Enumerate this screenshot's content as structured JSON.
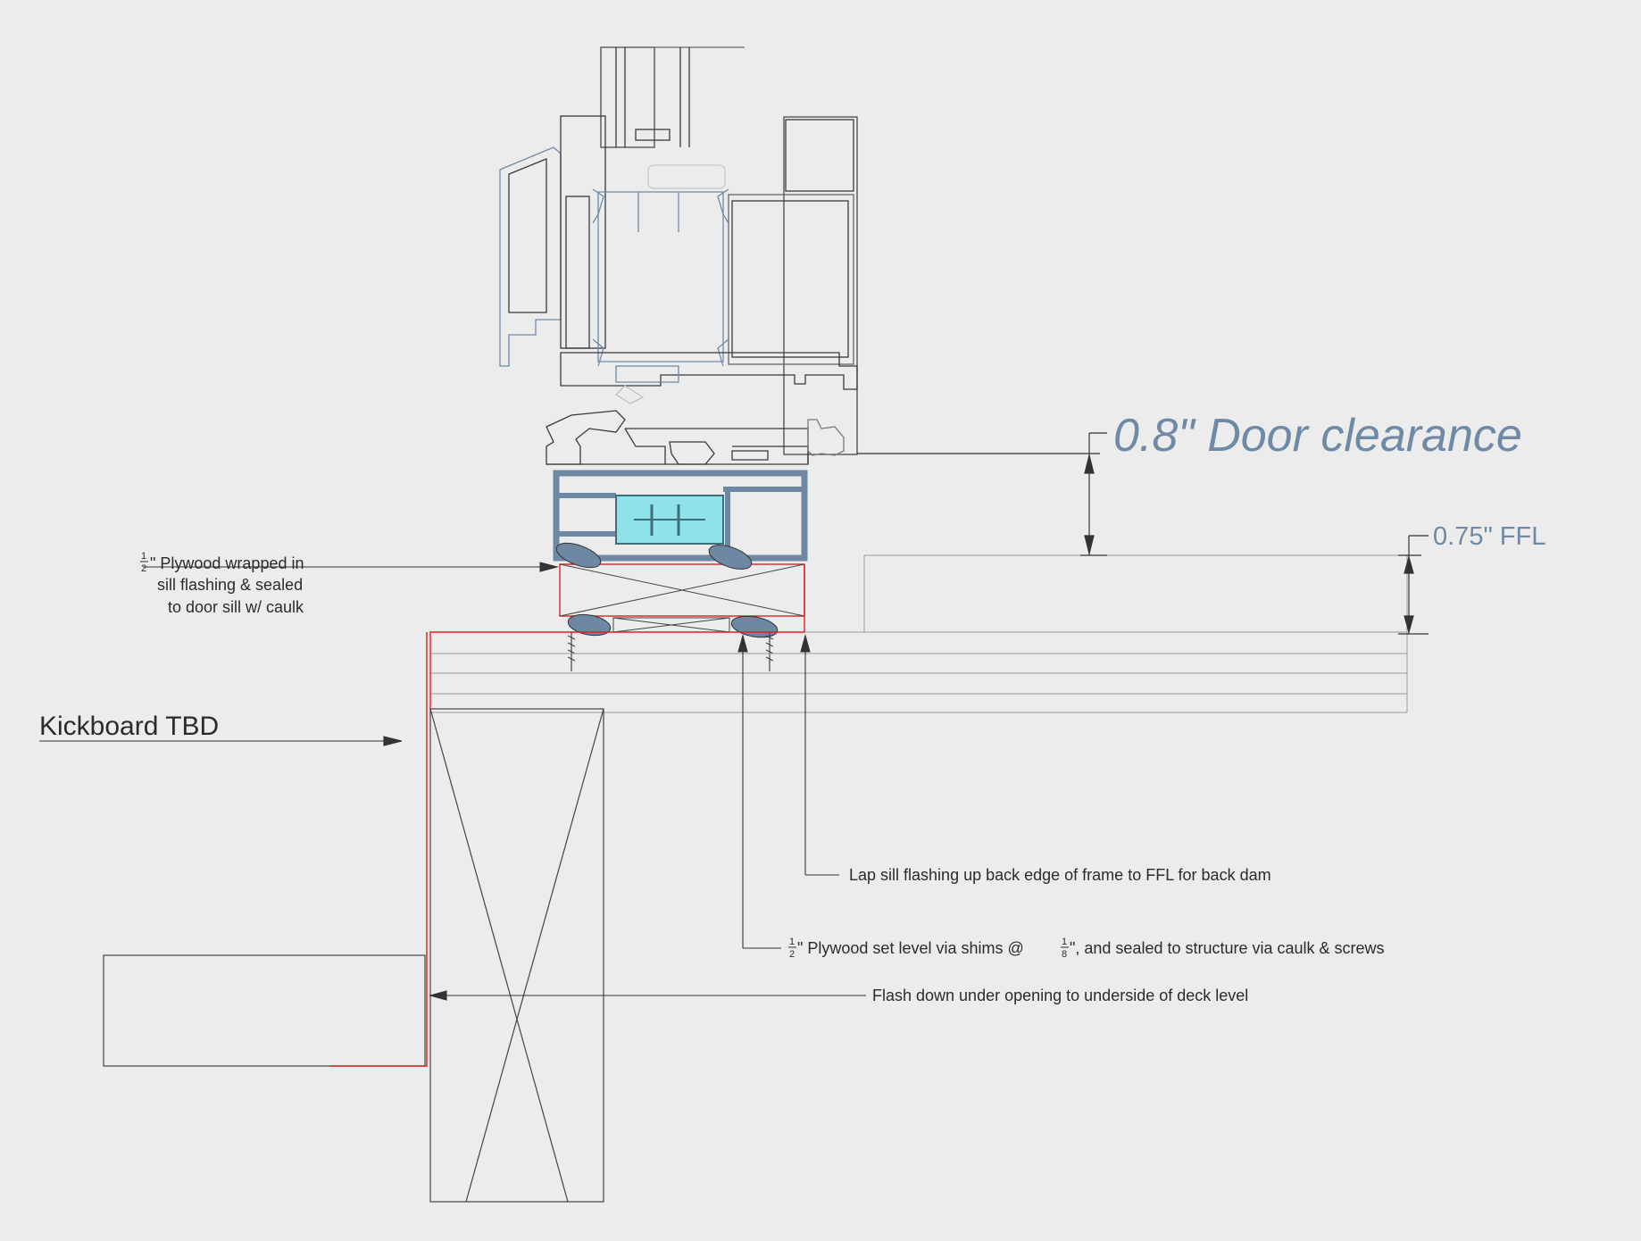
{
  "dimensions": {
    "door_clearance": "0.8\" Door clearance",
    "ffl": "0.75\" FFL"
  },
  "labels": {
    "kickboard": "Kickboard TBD",
    "plywood_wrapped_line1_suffix": "\" Plywood wrapped in",
    "plywood_wrapped_line2": "sill flashing & sealed",
    "plywood_wrapped_line3": "to door sill w/ caulk",
    "lap_sill": "Lap sill flashing up back edge of frame to FFL for back dam",
    "plywood_level_part1": "\" Plywood set level via shims @ ",
    "plywood_level_part2": "\", and sealed to structure via caulk & screws",
    "flash_down": "Flash down under opening to underside of deck level"
  },
  "fractions": {
    "half_num": "1",
    "half_den": "2",
    "eighth_num": "1",
    "eighth_den": "8"
  },
  "colors": {
    "dimension_text": "#6f8aa6",
    "seal_fill": "#6e87a3",
    "thermal_break": "#8fe3e8",
    "flashing_red": "#e02020",
    "glazing_blue": "#b8cde0"
  }
}
